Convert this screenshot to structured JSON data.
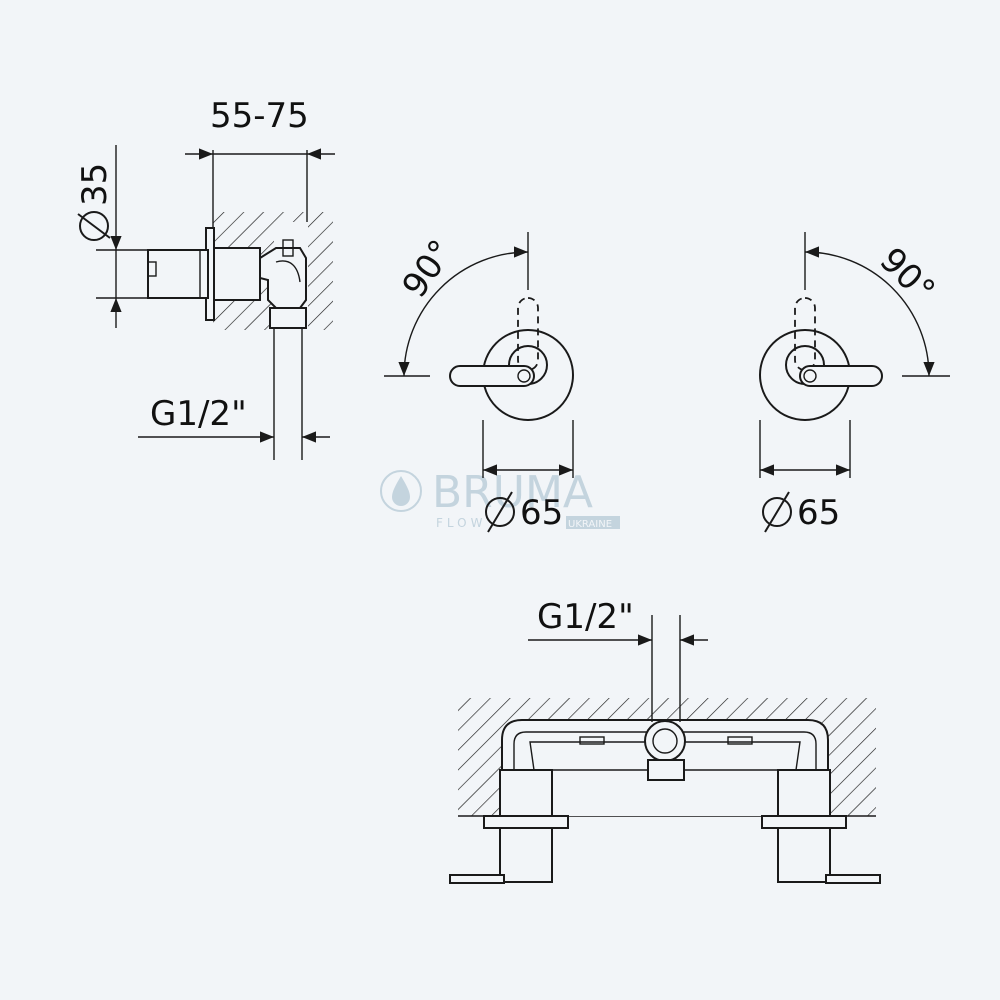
{
  "colors": {
    "background": "#f2f5f8",
    "line": "#1a1a1a",
    "watermark": "#c4d4de"
  },
  "side_view": {
    "depth_label": "55-75",
    "diameter_label": "35",
    "thread_label": "G1/2\""
  },
  "left_handle_view": {
    "angle_label": "90°",
    "diameter_label": "65"
  },
  "right_handle_view": {
    "angle_label": "90°",
    "diameter_label": "65"
  },
  "top_view": {
    "thread_label": "G1/2\""
  },
  "watermark": {
    "brand": "BRUMA",
    "tagline": "FLOW",
    "region": "UKRAINE",
    "icon": "water-drop-icon"
  }
}
